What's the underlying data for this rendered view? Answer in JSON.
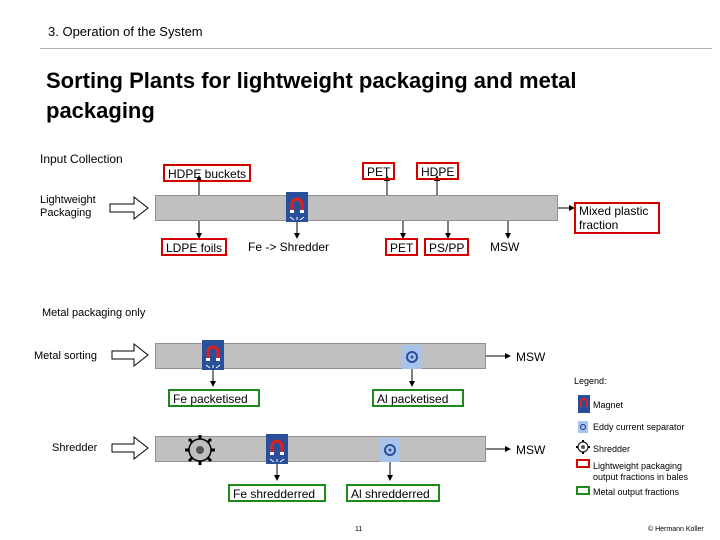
{
  "header": {
    "section": "3. Operation of the System"
  },
  "title": "Sorting Plants for lightweight packaging and metal packaging",
  "input_collection": "Input Collection",
  "lightweight": {
    "input_label": "Lightweight Packaging",
    "top_outputs": [
      "HDPE buckets",
      "PET",
      "HDPE"
    ],
    "bottom_outputs": [
      "LDPE foils",
      "Fe -> Shredder",
      "PET",
      "PS/PP",
      "MSW"
    ],
    "end_output": "Mixed plastic fraction"
  },
  "metal_only": "Metal packaging only",
  "metal_sorting": {
    "input_label": "Metal sorting",
    "end_output": "MSW",
    "outputs": [
      "Fe packetised",
      "Al packetised"
    ]
  },
  "shredder_line": {
    "input_label": "Shredder",
    "end_output": "MSW",
    "outputs": [
      "Fe shredderred",
      "Al shredderred"
    ]
  },
  "legend": {
    "title": "Legend:",
    "magnet": "Magnet",
    "eddy": "Eddy current separator",
    "shredder": "Shredder",
    "lightweight": "Lightweight packaging output fractions in bales",
    "metal": "Metal output fractions"
  },
  "footer": {
    "page": "11",
    "author": "© Hermann Koller"
  },
  "colors": {
    "lightweight_box": "#d40000",
    "metal_box": "#1b8a1b",
    "belt": "#c0c0c0",
    "magnet_bg": "#2a4f9a"
  }
}
